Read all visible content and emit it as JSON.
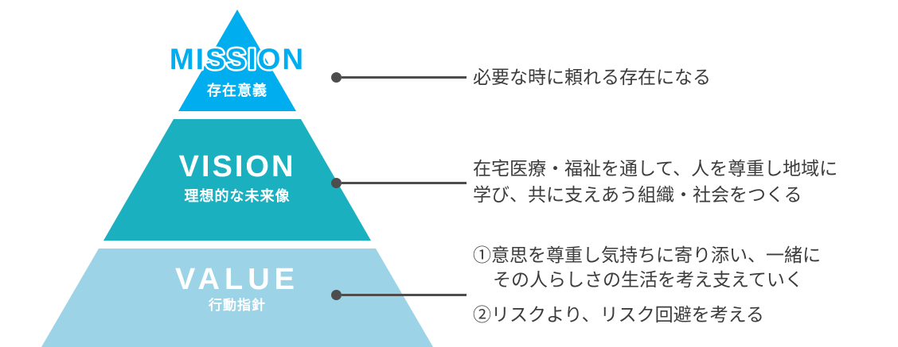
{
  "pyramid": {
    "mission": {
      "title": "MISSION",
      "subtitle": "存在意義",
      "color": "#00AEEF"
    },
    "vision": {
      "title": "VISION",
      "subtitle": "理想的な未来像",
      "color": "#1AB0C0"
    },
    "value": {
      "title": "VALUE",
      "subtitle": "行動指針",
      "color": "#9CD3E6"
    }
  },
  "annotations": {
    "mission": {
      "text": "必要な時に頼れる存在になる"
    },
    "vision": {
      "line1": "在宅医療・福祉を通して、人を尊重し地域に",
      "line2": "学び、共に支えあう組織・社会をつくる"
    },
    "value": {
      "item1_line1": "①意思を尊重し気持ちに寄り添い、一緒に",
      "item1_line2": "その人らしさの生活を考え支えていく",
      "item2": "②リスクより、リスク回避を考える"
    }
  },
  "colors": {
    "annotation_text": "#3C3C3C",
    "connector": "#4D4D4D",
    "mission_band": "#00AEEF",
    "vision_band": "#1AB0C0",
    "value_band": "#9CD3E6"
  }
}
